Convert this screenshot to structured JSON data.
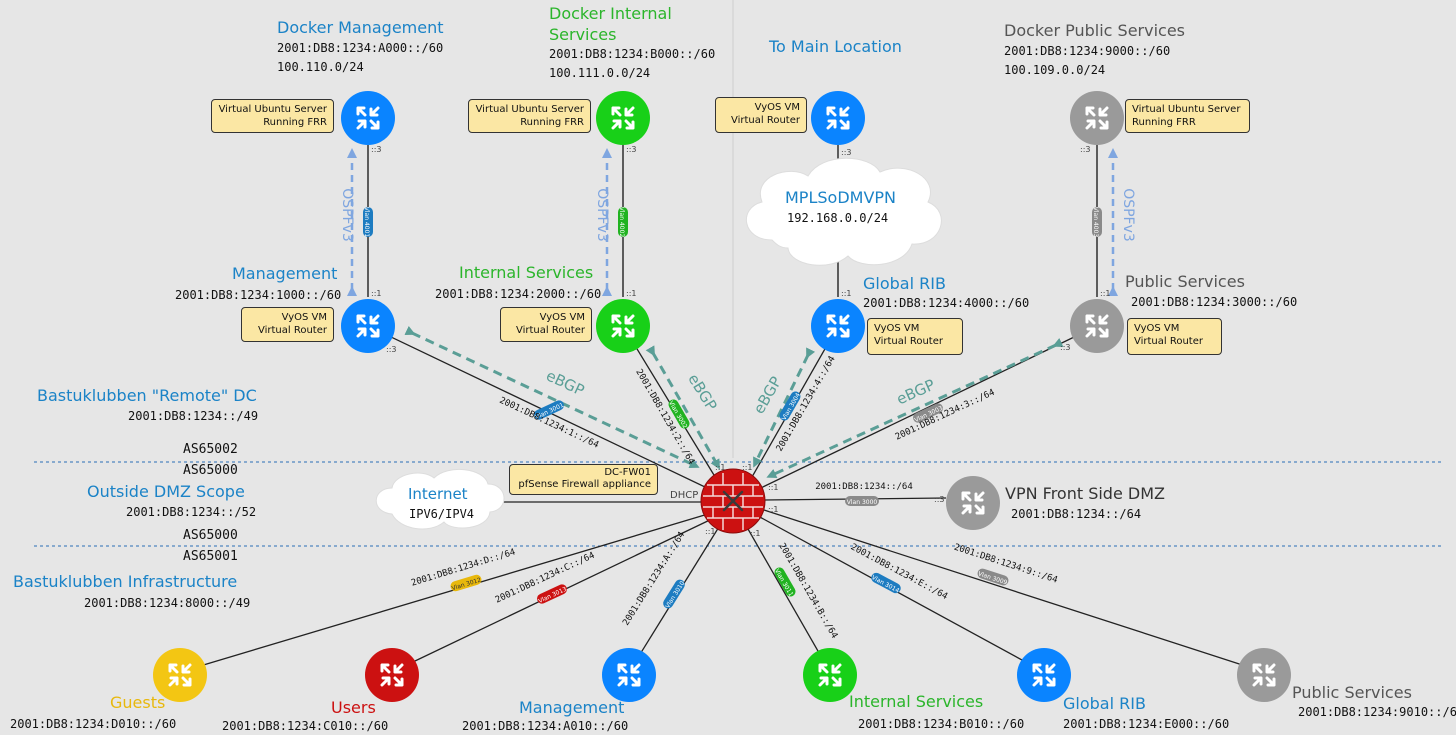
{
  "diagram": {
    "colors": {
      "blue": "#0a84ff",
      "green": "#18d018",
      "gray": "#9a9a9a",
      "red": "#cc1111",
      "yellow": "#f3c613",
      "title_blue": "#1b83c7",
      "title_green": "#2bb52b",
      "title_gray": "#555555",
      "ebgp_arrow": "#5a9e96",
      "ospf_arrow": "#7fa6e0",
      "note_fill": "#fbe7a4"
    },
    "top_sites": [
      {
        "title": "Docker Management",
        "prefix1": "2001:DB8:1234:A000::/60",
        "prefix2": "100.110.0/24"
      },
      {
        "title_line1": "Docker Internal",
        "title_line2": "Services",
        "prefix1": "2001:DB8:1234:B000::/60",
        "prefix2": "100.111.0.0/24"
      },
      {
        "title": "To Main Location"
      },
      {
        "title": "Docker Public Services",
        "prefix1": "2001:DB8:1234:9000::/60",
        "prefix2": "100.109.0.0/24"
      }
    ],
    "top_notes": [
      {
        "line1": "Virtual Ubuntu Server",
        "line2": "Running FRR"
      },
      {
        "line1": "Virtual Ubuntu Server",
        "line2": "Running FRR"
      },
      {
        "line1": "VyOS VM",
        "line2": "Virtual Router"
      },
      {
        "line1": "Virtual Ubuntu Server",
        "line2": "Running FRR"
      }
    ],
    "mid_sites": [
      {
        "title": "Management",
        "prefix": "2001:DB8:1234:1000::/60"
      },
      {
        "title": "Internal Services",
        "prefix": "2001:DB8:1234:2000::/60"
      },
      {
        "title": "Global RIB",
        "prefix": "2001:DB8:1234:4000::/60"
      },
      {
        "title": "Public Services",
        "prefix": "2001:DB8:1234:3000::/60"
      }
    ],
    "mid_notes": [
      {
        "line1": "VyOS VM",
        "line2": "Virtual Router"
      },
      {
        "line1": "VyOS VM",
        "line2": "Virtual Router"
      },
      {
        "line1": "VyOS VM",
        "line2": "Virtual Router"
      },
      {
        "line1": "VyOS VM",
        "line2": "Virtual Router"
      }
    ],
    "ospf_label": "OSPFv3",
    "ebgp_label": "eBGP",
    "vlan_labels": {
      "v4001": "Vlan 4001",
      "v4002": "Vlan 4002",
      "v4003": "Vlan 4003",
      "v3001": "Vlan 3001",
      "v3002": "Vlan 3002",
      "v3004": "Vlan 3004",
      "v3003": "Vlan 3003",
      "v3000": "Vlan 3000",
      "v3012": "Vlan 3012",
      "v3013": "Vlan 3013",
      "v3010": "Vlan 3010",
      "v3011": "Vlan 3011",
      "v3014": "Vlan 3014",
      "v3009": "Vlan 3009"
    },
    "link_labels": {
      "l3001": "2001:DB8:1234:1::/64",
      "l3002": "2001:DB8:1234:2::/64",
      "l3004": "2001:DB8:1234:4::/64",
      "l3003": "2001:DB8:1234:3::/64",
      "l3000": "2001:DB8:1234::/64",
      "l3012": "2001:DB8:1234:D::/64",
      "l3013": "2001:DB8:1234:C::/64",
      "l3010": "2001:DB8:1234:A::/64",
      "l3011": "2001:DB8:1234:B::/64",
      "l3014": "2001:DB8:1234:E::/64",
      "l3009": "2001:DB8:1234:9::/64"
    },
    "port_labels": {
      "p1": "::1",
      "p3": "::3",
      "dhcp": "DHCP"
    },
    "mpls": {
      "title": "MPLSoDMVPN",
      "prefix": "192.168.0.0/24"
    },
    "internet": {
      "title": "Internet",
      "sub": "IPV6/IPV4"
    },
    "firewall_note": {
      "line1": "DC-FW01",
      "line2": "pfSense Firewall appliance"
    },
    "vpn": {
      "title": "VPN Front Side DMZ",
      "prefix": "2001:DB8:1234::/64"
    },
    "zones": [
      {
        "title": "Bastuklubben \"Remote\" DC",
        "prefix": "2001:DB8:1234::/49",
        "as": "AS65002"
      },
      {
        "as_top": "AS65000",
        "title": "Outside DMZ Scope",
        "prefix": "2001:DB8:1234::/52",
        "as": "AS65000"
      },
      {
        "as_top": "AS65001",
        "title": "Bastuklubben Infrastructure",
        "prefix": "2001:DB8:1234:8000::/49"
      }
    ],
    "bottom_sites": [
      {
        "title": "Guests",
        "prefix": "2001:DB8:1234:D010::/60"
      },
      {
        "title": "Users",
        "prefix": "2001:DB8:1234:C010::/60"
      },
      {
        "title": "Management",
        "prefix": "2001:DB8:1234:A010::/60"
      },
      {
        "title": "Internal Services",
        "prefix": "2001:DB8:1234:B010::/60"
      },
      {
        "title": "Global RIB",
        "prefix": "2001:DB8:1234:E000::/60"
      },
      {
        "title": "Public Services",
        "prefix": "2001:DB8:1234:9010::/60"
      }
    ]
  }
}
